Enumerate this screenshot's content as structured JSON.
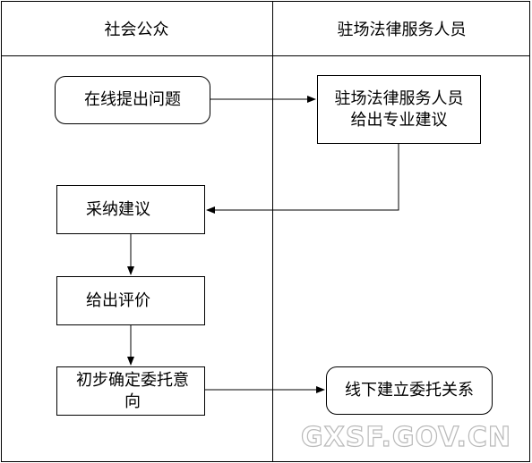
{
  "lanes": {
    "left_title": "社会公众",
    "right_title": "驻场法律服务人员"
  },
  "nodes": {
    "online_question": "在线提出问题",
    "give_advice": "驻场法律服务人员给出专业建议",
    "adopt_advice": "采纳建议",
    "give_rating": "给出评价",
    "delegate_intent": "初步确定委托意向",
    "offline_delegation": "线下建立委托关系"
  },
  "watermark": "GXSF.GOV.CN",
  "colors": {
    "line": "#000000",
    "background": "#ffffff",
    "watermark_outline": "#b9b9b9"
  }
}
